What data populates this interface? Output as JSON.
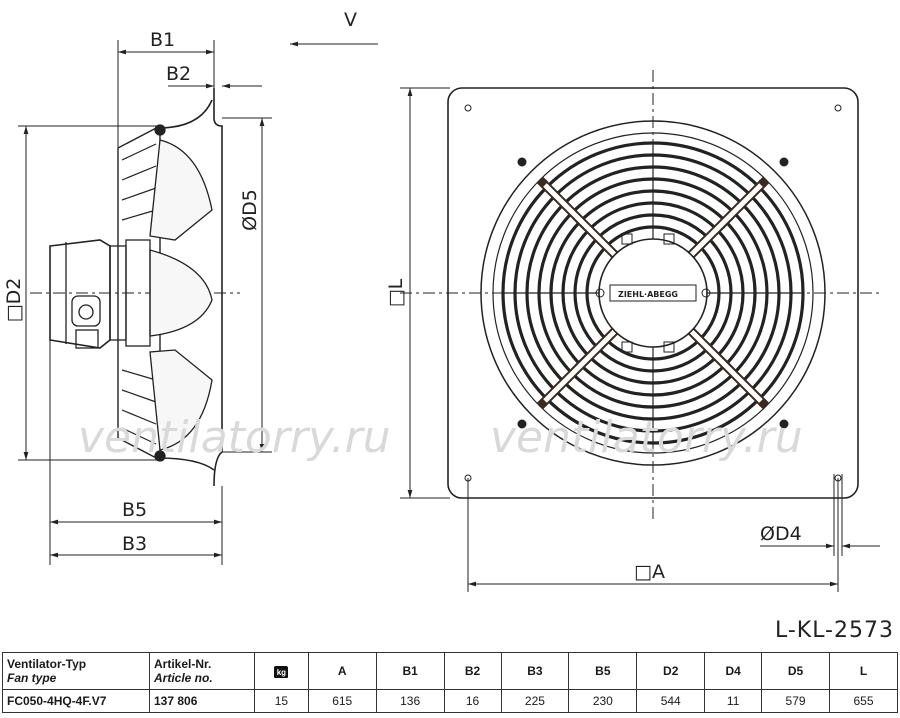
{
  "drawing": {
    "view_arrow": "V",
    "labels": {
      "b1": "B1",
      "b2": "B2",
      "d2": "□D2",
      "d5": "ØD5",
      "b5": "B5",
      "b3": "B3",
      "l": "□L",
      "a": "□A",
      "d4": "ØD4"
    },
    "watermark_left": "ventilatorry.ru",
    "watermark_right": "ventilatorry.ru",
    "brand": "ZIEHL·ABEGG",
    "code": "L-KL-2573"
  },
  "table": {
    "headers": {
      "type_de": "Ventilator-Typ",
      "type_en": "Fan type",
      "art_de": "Artikel-Nr.",
      "art_en": "Article no.",
      "kg": "kg",
      "cols": [
        "A",
        "B1",
        "B2",
        "B3",
        "B5",
        "D2",
        "D4",
        "D5",
        "L"
      ]
    },
    "row": {
      "type": "FC050-4HQ-4F.V7",
      "article": "137 806",
      "kg": "15",
      "values": [
        "615",
        "136",
        "16",
        "225",
        "230",
        "544",
        "11",
        "579",
        "655"
      ]
    }
  }
}
